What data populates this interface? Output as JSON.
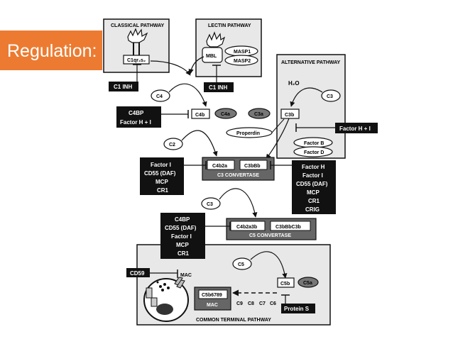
{
  "banner": {
    "title": "Regulation:",
    "color": "#ec7b31"
  },
  "boxes": {
    "classical": "CLASSICAL PATHWAY",
    "lectin": "LECTIN PATHWAY",
    "alternative": "ALTERNATIVE PATHWAY",
    "terminal": "COMMON TERMINAL PATHWAY"
  },
  "nodes": {
    "c1q": "C1qr₂s₂",
    "mbl": "MBL",
    "masp1": "MASP1",
    "masp2": "MASP2",
    "h2o": "H₂O",
    "c3_alt": "C3",
    "c4": "C4",
    "c4b": "C4b",
    "c4a": "C4a",
    "c3a": "C3a",
    "c3b": "C3b",
    "properdin": "Properdin",
    "factor_b": "Factor B",
    "factor_d": "Factor D",
    "c2": "C2",
    "c4b2a": "C4b2a",
    "c3bbb": "C3bBb",
    "c3_convertase": "C3 CONVERTASE",
    "c3_mid": "C3",
    "c4b2a3b": "C4b2a3b",
    "c3bbbc3b": "C3bBbC3b",
    "c5_convertase": "C5 CONVERTASE",
    "c5": "C5",
    "c5b": "C5b",
    "c5a": "C5a",
    "c5b6789": "C5b6789",
    "mac": "MAC",
    "mac_label": "MAC",
    "c9": "C9",
    "c8": "C8",
    "c7": "C7",
    "c6": "C6"
  },
  "regulators": {
    "c1inh_classical": [
      "C1 INH"
    ],
    "c1inh_lectin": [
      "C1 INH"
    ],
    "c4bp_factorhi": [
      "C4BP",
      "Factor H + I"
    ],
    "factor_hi_alt": [
      "Factor H + I"
    ],
    "c3_conv_left": [
      "Factor I",
      "CD55 (DAF)",
      "MCP",
      "CR1"
    ],
    "c3_conv_right": [
      "Factor H",
      "Factor I",
      "CD55 (DAF)",
      "MCP",
      "CR1",
      "CRIG"
    ],
    "c5_conv": [
      "C4BP",
      "CD55 (DAF)",
      "Factor I",
      "MCP",
      "CR1"
    ],
    "cd59": [
      "CD59"
    ],
    "protein_s": [
      "Protein S"
    ]
  }
}
